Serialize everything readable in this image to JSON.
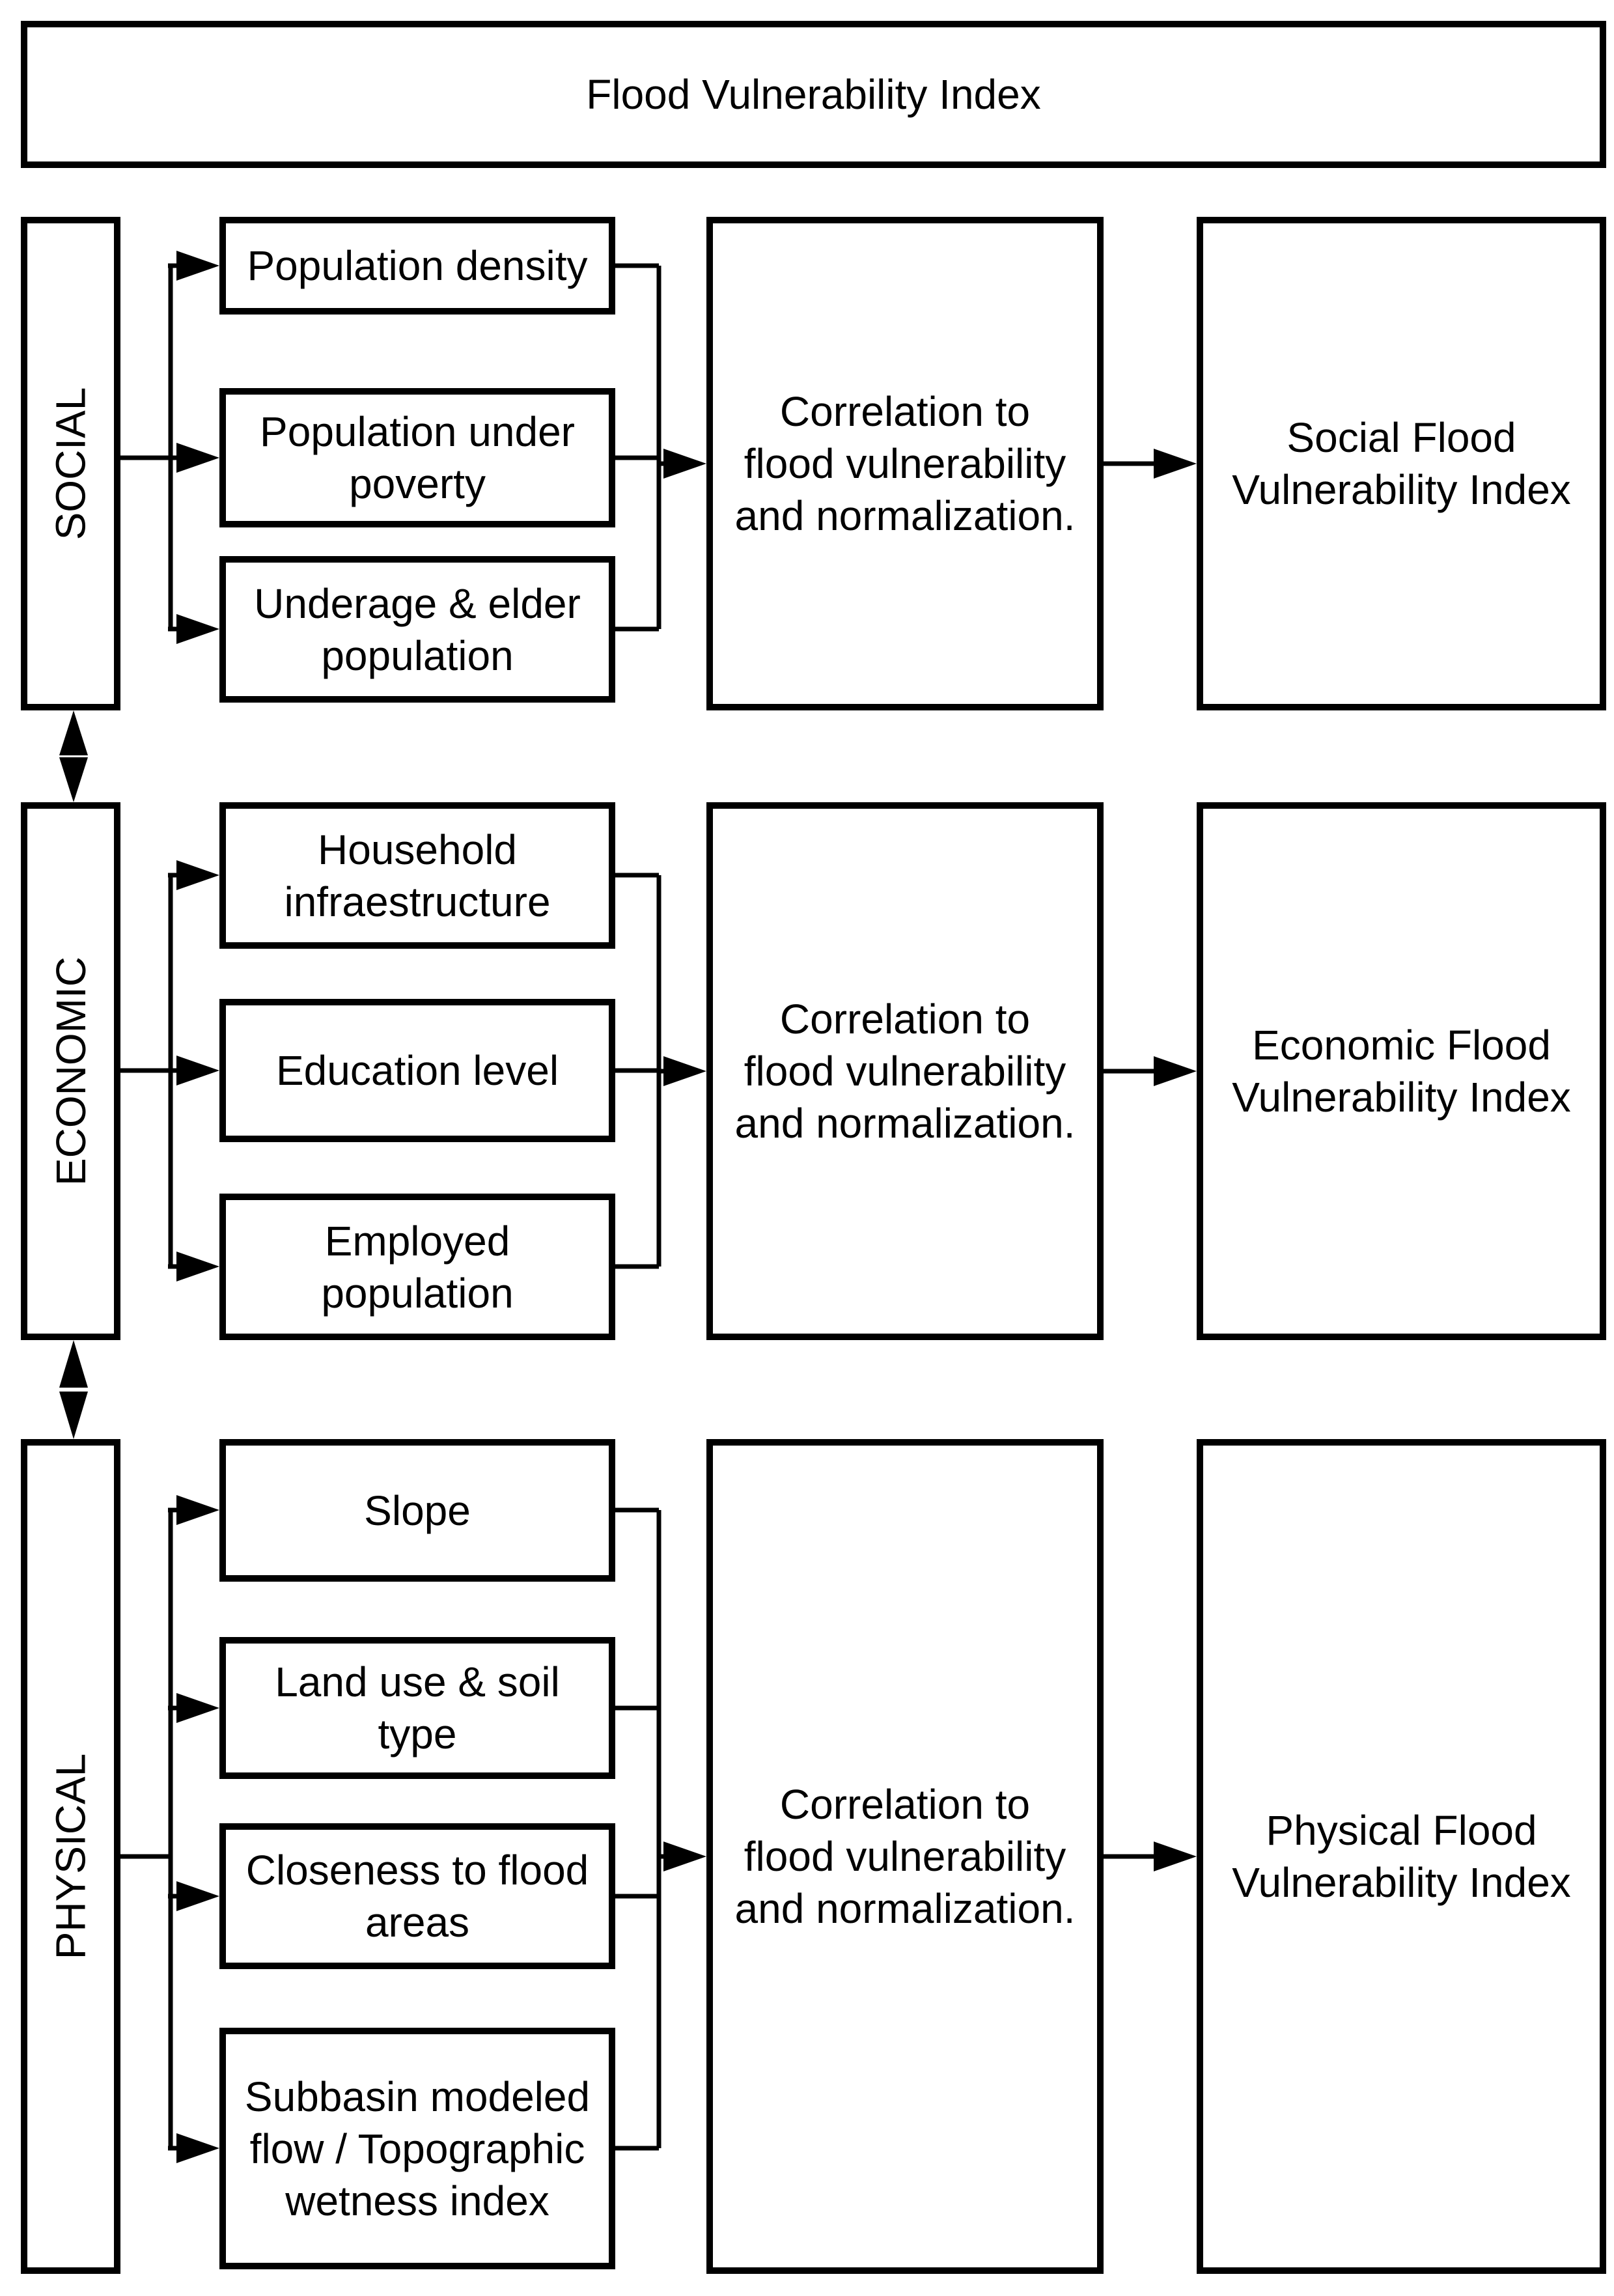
{
  "title": "Flood Vulnerability Index",
  "colors": {
    "stroke": "#000000",
    "background": "#ffffff",
    "text": "#000000"
  },
  "diagram_type": "flowchart",
  "sections": [
    {
      "label": "SOCIAL",
      "inputs": [
        "Population density",
        "Population under poverty",
        "Underage & elder population"
      ],
      "process": {
        "lines": [
          "Correlation to",
          "flood vulnerability",
          "and normalization."
        ]
      },
      "output": "Social Flood Vulnerability Index"
    },
    {
      "label": "ECONOMIC",
      "inputs": [
        "Household infraestructure",
        "Education level",
        "Employed population"
      ],
      "process": {
        "lines": [
          "Correlation to",
          "flood vulnerability",
          "and normalization."
        ]
      },
      "output": "Economic Flood Vulnerability Index"
    },
    {
      "label": "PHYSICAL",
      "inputs": [
        "Slope",
        "Land use & soil type",
        "Closeness to flood areas",
        "Subbasin modeled flow / Topographic wetness index"
      ],
      "process": {
        "lines": [
          "Correlation to",
          "flood vulnerability",
          "and normalization."
        ]
      },
      "output": "Physical Flood Vulnerability Index"
    }
  ],
  "relations": [
    "social-economic bidirectional link",
    "economic-physical bidirectional link"
  ]
}
